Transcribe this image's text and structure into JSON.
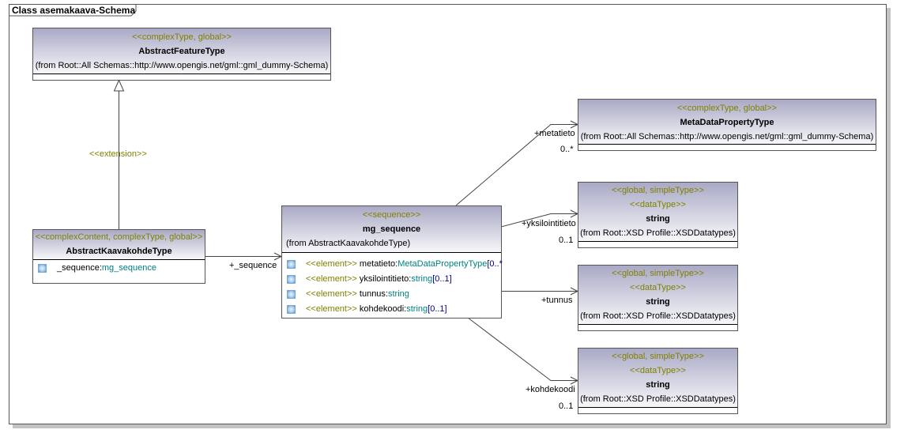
{
  "frame": {
    "title": "Class asemakaava-Schema"
  },
  "classes": {
    "abstract_feature": {
      "stereotype": "<<complexType, global>>",
      "name": "AbstractFeatureType",
      "from": "(from Root::All Schemas::http://www.opengis.net/gml::gml_dummy-Schema)"
    },
    "abstract_kaavakohde": {
      "stereotype": "<<complexContent, complexType, global>>",
      "name": "AbstractKaavakohdeType",
      "attributes": [
        {
          "name": "_sequence:",
          "type": "mg_sequence",
          "icon": "attribute-icon"
        }
      ]
    },
    "mg_sequence": {
      "stereotype": "<<sequence>>",
      "name": "mg_sequence",
      "from": "(from AbstractKaavakohdeType)",
      "attributes": [
        {
          "stereo": "<<element>>",
          "name": " metatieto:",
          "type": "MetaDataPropertyType",
          "mult": "[0..*",
          "icon": "attribute-icon"
        },
        {
          "stereo": "<<element>>",
          "name": " yksilointitieto:",
          "type": "string",
          "mult": "[0..1]",
          "icon": "attribute-icon"
        },
        {
          "stereo": "<<element>>",
          "name": " tunnus:",
          "type": "string",
          "mult": "",
          "icon": "attribute-icon"
        },
        {
          "stereo": "<<element>>",
          "name": " kohdekoodi:",
          "type": "string",
          "mult": "[0..1]",
          "icon": "attribute-icon"
        }
      ]
    },
    "metadata_property": {
      "stereotype": "<<complexType, global>>",
      "name": "MetaDataPropertyType",
      "from": "(from Root::All Schemas::http://www.opengis.net/gml::gml_dummy-Schema)"
    },
    "string_1": {
      "stereotype": "<<global, simpleType>>",
      "stereotype2": "<<dataType>>",
      "name": "string",
      "from": "(from Root::XSD Profile::XSDDatatypes)"
    },
    "string_2": {
      "stereotype": "<<global, simpleType>>",
      "stereotype2": "<<dataType>>",
      "name": "string",
      "from": "(from Root::XSD Profile::XSDDatatypes)"
    },
    "string_3": {
      "stereotype": "<<global, simpleType>>",
      "stereotype2": "<<dataType>>",
      "name": "string",
      "from": "(from Root::XSD Profile::XSDDatatypes)"
    }
  },
  "relations": {
    "extension": {
      "label": "<<extension>>"
    },
    "sequence": {
      "role": "+_sequence"
    },
    "metatieto": {
      "role": "+metatieto",
      "multiplicity": "0..*"
    },
    "yksilointitieto": {
      "role": "+yksilointitieto",
      "multiplicity": "0..1"
    },
    "tunnus": {
      "role": "+tunnus"
    },
    "kohdekoodi": {
      "role": "+kohdekoodi",
      "multiplicity": "0..1"
    }
  }
}
